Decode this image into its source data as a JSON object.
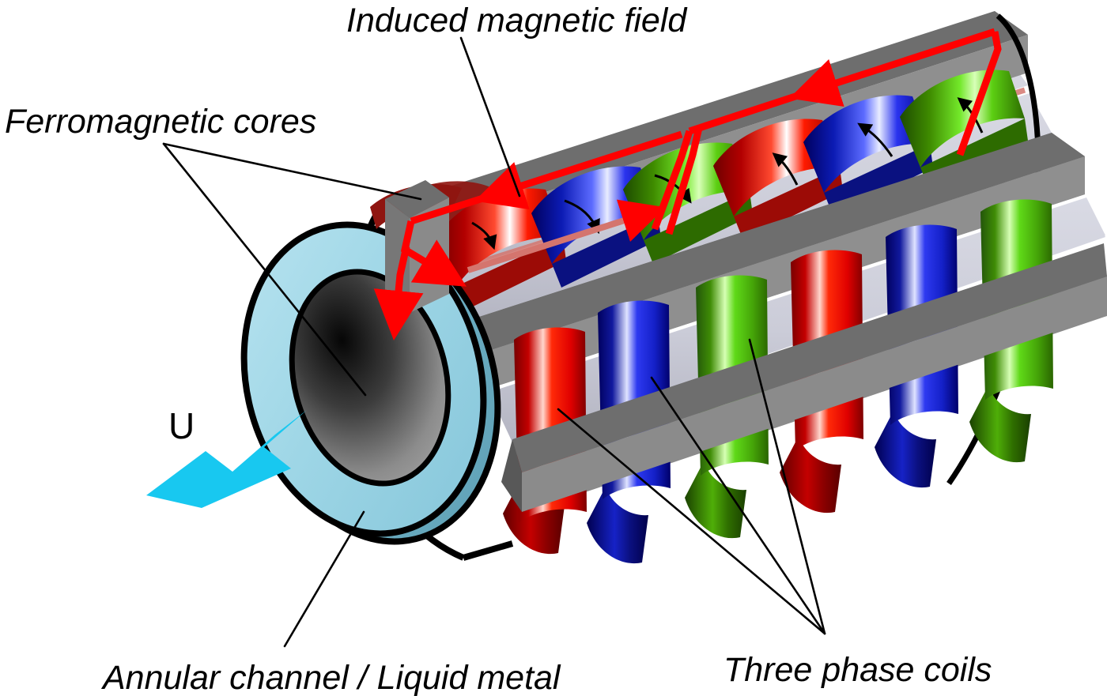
{
  "figure": {
    "title": "Annular linear induction pump cutaway",
    "background_color": "#ffffff"
  },
  "labels": {
    "induced_field": "Induced magnetic field",
    "ferromagnetic_cores": "Ferromagnetic cores",
    "annular_channel": "Annular channel / Liquid metal",
    "three_phase_coils": "Three phase coils",
    "velocity_symbol": "U"
  },
  "colors": {
    "phase_red_dark": "#8b0000",
    "phase_red_light": "#ff1a00",
    "phase_red_highlight": "#ffe8e4",
    "phase_blue_dark": "#00007e",
    "phase_blue_light": "#3a45ff",
    "phase_blue_highlight": "#c9cfff",
    "phase_green_dark": "#2d6b00",
    "phase_green_light": "#62e215",
    "phase_green_highlight": "#d2ffb0",
    "core_top_face": "#6e6e6e",
    "core_front_face": "#8f8f8f",
    "core_side_face": "#5a5a5a",
    "tube_surface": "#cfd0dc",
    "tube_shadow": "#b9bac6",
    "channel_fill": "#9ed6e6",
    "channel_rim": "#78b9cc",
    "inner_core_dark": "#101010",
    "inner_core_light": "#9a9a9a",
    "field_red": "#ff0000",
    "field_red_faint": "#d4756e",
    "velocity_arrow": "#18c8f0",
    "outline": "#000000"
  },
  "coils": {
    "phase_sequence": [
      "red",
      "blue",
      "green",
      "red",
      "blue",
      "green"
    ],
    "pole_groups": 2,
    "coils_per_group": 3,
    "upper_bank_count": 6,
    "lower_bank_count": 6,
    "current_arrow_count": 6
  },
  "field_loop": {
    "description": "closed red magnetic flux path around two pole groups",
    "arrow_heads": 5,
    "direction": "right-to-left along upper core, returning through tube"
  },
  "velocity": {
    "symbol": "U",
    "direction": "left-downward out of the annular channel"
  }
}
